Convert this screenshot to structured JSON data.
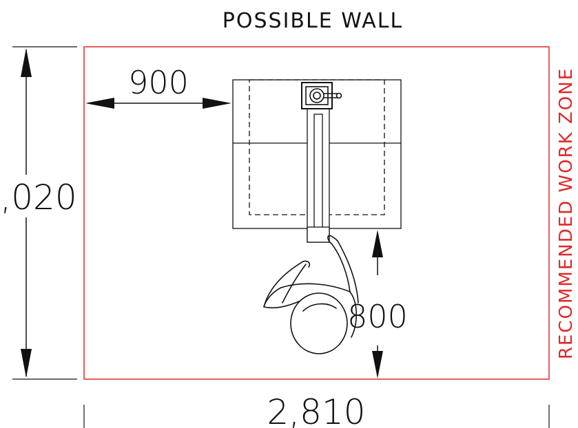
{
  "labels": {
    "wall": "POSSIBLE WALL",
    "zone": "RECOMMENDED WORK ZONE"
  },
  "dimensions": {
    "width": "2,810",
    "height": ",020",
    "side_clearance": "900",
    "front_clearance": "800"
  },
  "colors": {
    "zone": "#e0282a",
    "ink": "#111111"
  }
}
